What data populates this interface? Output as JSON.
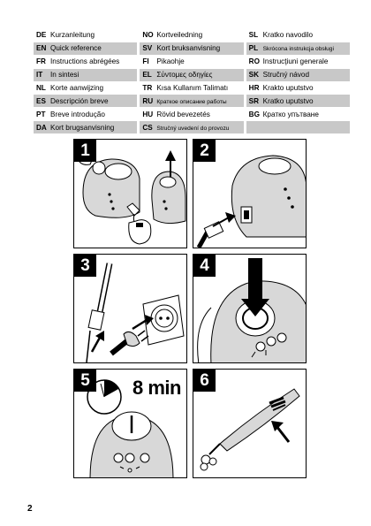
{
  "languages": [
    [
      {
        "code": "DE",
        "label": "Kurzanleitung"
      },
      {
        "code": "NO",
        "label": "Kortveiledning"
      },
      {
        "code": "SL",
        "label": "Kratko navodilo"
      }
    ],
    [
      {
        "code": "EN",
        "label": "Quick reference"
      },
      {
        "code": "SV",
        "label": "Kort bruksanvisning"
      },
      {
        "code": "PL",
        "label": "Skrócona instrukcja obsługi"
      }
    ],
    [
      {
        "code": "FR",
        "label": "Instructions abrégées"
      },
      {
        "code": "FI",
        "label": "Pikaohje"
      },
      {
        "code": "RO",
        "label": "Instrucţiuni generale"
      }
    ],
    [
      {
        "code": "IT",
        "label": "In sintesi"
      },
      {
        "code": "EL",
        "label": "Σύντομες οδηγίες"
      },
      {
        "code": "SK",
        "label": "Stručný návod"
      }
    ],
    [
      {
        "code": "NL",
        "label": "Korte aanwijzing"
      },
      {
        "code": "TR",
        "label": "Kısa Kullanım Talimatı"
      },
      {
        "code": "HR",
        "label": "Krakto uputstvo"
      }
    ],
    [
      {
        "code": "ES",
        "label": "Descripción breve"
      },
      {
        "code": "RU",
        "label": "Краткое описание работы"
      },
      {
        "code": "SR",
        "label": "Kratko uputstvo"
      }
    ],
    [
      {
        "code": "PT",
        "label": "Breve introdução"
      },
      {
        "code": "HU",
        "label": "Rövid bevezetés"
      },
      {
        "code": "BG",
        "label": "Кратко упътване"
      }
    ],
    [
      {
        "code": "DA",
        "label": "Kort brugsanvisning"
      },
      {
        "code": "CS",
        "label": "Stručný uvedení do provozu"
      },
      {
        "code": "",
        "label": ""
      }
    ]
  ],
  "steps": [
    {
      "number": "1"
    },
    {
      "number": "2"
    },
    {
      "number": "3"
    },
    {
      "number": "4"
    },
    {
      "number": "5",
      "timer_label": "8 min"
    },
    {
      "number": "6"
    }
  ],
  "page_number": "2"
}
